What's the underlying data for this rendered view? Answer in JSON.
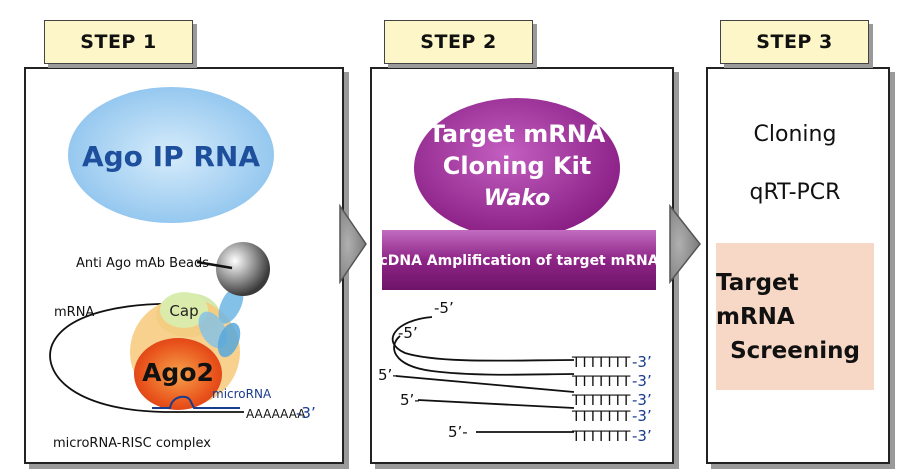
{
  "steps": [
    {
      "label": "STEP 1"
    },
    {
      "label": "STEP 2"
    },
    {
      "label": "STEP 3"
    }
  ],
  "step1": {
    "ellipse_label": "Ago IP RNA",
    "beads_label": "Anti Ago mAb Beads",
    "cap_label": "Cap",
    "mrna_label": "mRNA",
    "ago2_label": "Ago2",
    "microrna_label": "microRNA",
    "polya_label": "AAAAAAA",
    "three_prime": "-3’",
    "complex_label": "microRNA-RISC complex"
  },
  "step2": {
    "kit_line1": "Target mRNA",
    "kit_line2": "Cloning Kit",
    "kit_line3": "Wako",
    "banner": "cDNA Amplification of target mRNA",
    "five_prime_top1": "-5’",
    "five_prime_top2": "-5’",
    "five_prime_left": [
      "5’-",
      "5’-",
      "5’-"
    ],
    "polyt": "TTTTTTT",
    "three_prime": "-3’"
  },
  "step3": {
    "item1": "Cloning",
    "item2": "qRT-PCR",
    "screening_line1": "Target mRNA",
    "screening_line2": "Screening"
  },
  "colors": {
    "tab_fill": "#fdf6c8",
    "ago_ip_blue": "#9fcdf0",
    "kit_purple": "#9a2a90",
    "banner_purple": "#8e2487",
    "screening_fill": "#f7d8c6",
    "ago2_orange": "#ef6a1f",
    "three_prime_blue": "#1a3c8c"
  }
}
